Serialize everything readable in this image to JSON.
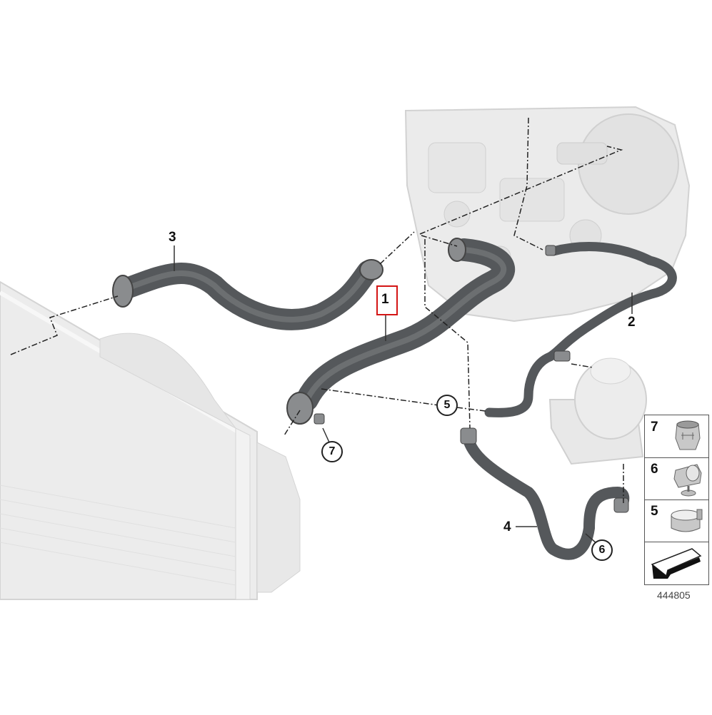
{
  "diagram": {
    "title": "Radiator / engine coolant hoses parts diagram",
    "diagram_number": "444805",
    "highlight_color": "#d41515",
    "hose_color": "#5a5d60",
    "background_part_color": "#e4e4e4"
  },
  "callouts": [
    {
      "id": "1",
      "label": "1",
      "part": "radiator-to-engine main hose (highlighted)",
      "highlighted": true
    },
    {
      "id": "2",
      "label": "2",
      "part": "engine-to-expansion-tank hose"
    },
    {
      "id": "3",
      "label": "3",
      "part": "upper radiator hose"
    },
    {
      "id": "4",
      "label": "4",
      "part": "expansion-tank return hose"
    }
  ],
  "circle_callouts": [
    {
      "id": "5",
      "label": "5"
    },
    {
      "id": "6",
      "label": "6"
    },
    {
      "id": "7",
      "label": "7"
    }
  ],
  "legend": {
    "items": [
      {
        "number": "7",
        "icon": "quick-connector-icon"
      },
      {
        "number": "6",
        "icon": "clamp-with-mount-icon"
      },
      {
        "number": "5",
        "icon": "hose-clamp-icon"
      },
      {
        "number": "",
        "icon": "direction-arrow-icon"
      }
    ]
  }
}
